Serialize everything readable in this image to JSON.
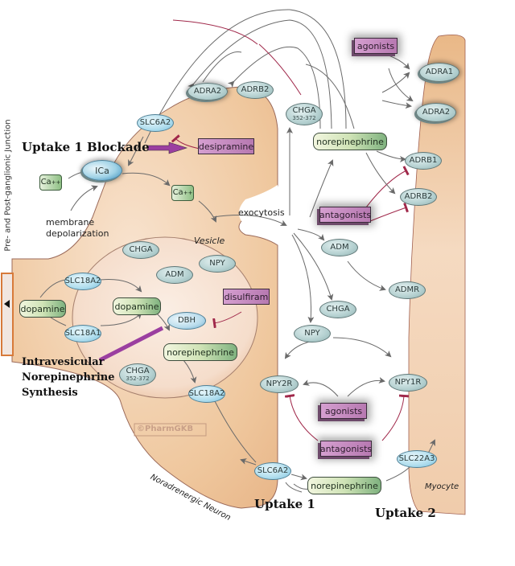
{
  "diagram": {
    "title_vertical": "Pre- and Post-ganglionic Junction",
    "watermark": "©PharmGKB",
    "regions": {
      "neuron_label": "Noradrenergic Neuron",
      "myocyte_label": "Myocyte",
      "vesicle_label": "Vesicle",
      "exocytosis_label": "exocytosis",
      "membrane_label_line1": "membrane",
      "membrane_label_line2": "depolarization"
    },
    "annotations": {
      "uptake1_blockade": "Uptake 1 Blockade",
      "intravesicular_line1": "Intravesicular",
      "intravesicular_line2": "Norepinephrine",
      "intravesicular_line3": "Synthesis",
      "uptake1": "Uptake 1",
      "uptake2": "Uptake 2"
    },
    "genes": {
      "adra2_pre": "ADRA2",
      "adrb2_pre": "ADRB2",
      "slc6a2_top": "SLC6A2",
      "ica": "ICa",
      "chga_cleft_top": "CHGA",
      "chga_cleft_top_sub": "352-372",
      "adra1": "ADRA1",
      "adra2_post": "ADRA2",
      "adrb1": "ADRB1",
      "adrb2_post": "ADRB2",
      "adm_cleft": "ADM",
      "admr": "ADMR",
      "chga_cleft": "CHGA",
      "npy_cleft": "NPY",
      "npy2r": "NPY2R",
      "npy1r": "NPY1R",
      "slc6a2_bottom": "SLC6A2",
      "slc22a3": "SLC22A3",
      "slc18a2_left": "SLC18A2",
      "slc18a1": "SLC18A1",
      "chga_vesicle": "CHGA",
      "adm_vesicle": "ADM",
      "npy_vesicle": "NPY",
      "dbh": "DBH",
      "chga_vesicle_bottom": "CHGA",
      "chga_vesicle_bottom_sub": "352-372",
      "slc18a2_bottom": "SLC18A2"
    },
    "chemicals": {
      "ca_outside": "Ca",
      "ca_inside": "Ca",
      "ca_charge": "++",
      "norepinephrine_cleft": "norepinephrine",
      "dopamine_cytosol": "dopamine",
      "dopamine_vesicle": "dopamine",
      "norepinephrine_vesicle": "norepinephrine",
      "norepinephrine_bottom": "norepinephrine"
    },
    "drugs": {
      "desipramine": "desipramine",
      "agonists_top": "agonists",
      "antagonists_mid": "antagonists",
      "disulfiram": "disulfiram",
      "agonists_bottom": "agonists",
      "antagonists_bottom": "antagonists"
    },
    "colors": {
      "cell_fill": "#f0c9a0",
      "vesicle_fill": "#f6e1d2",
      "inhibit_line": "#a0284a",
      "arrow_line": "#6a6a6a",
      "annotation_arrow": "#9b3fa0"
    }
  }
}
